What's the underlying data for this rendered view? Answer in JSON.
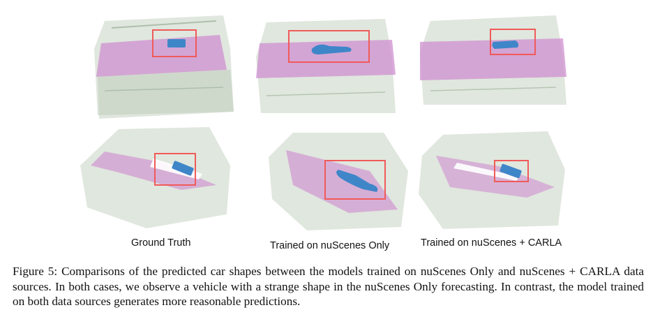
{
  "columns": [
    {
      "label": "Ground Truth"
    },
    {
      "label": "Trained on nuScenes Only"
    },
    {
      "label": "Trained on nuScenes + CARLA"
    }
  ],
  "caption": "Figure 5: Comparisons of the predicted car shapes between the models trained on nuScenes Only and nuScenes + CARLA data sources. In both cases, we observe a vehicle with a strange shape in the nuScenes Only forecasting. In contrast, the model trained on both data sources generates more reasonable predictions.",
  "colors": {
    "points": "#b8c8b4",
    "points_dark": "#8ea58c",
    "road": "#cf8fd0",
    "car": "#3f86c9",
    "highlight_box": "#f05a5a"
  }
}
